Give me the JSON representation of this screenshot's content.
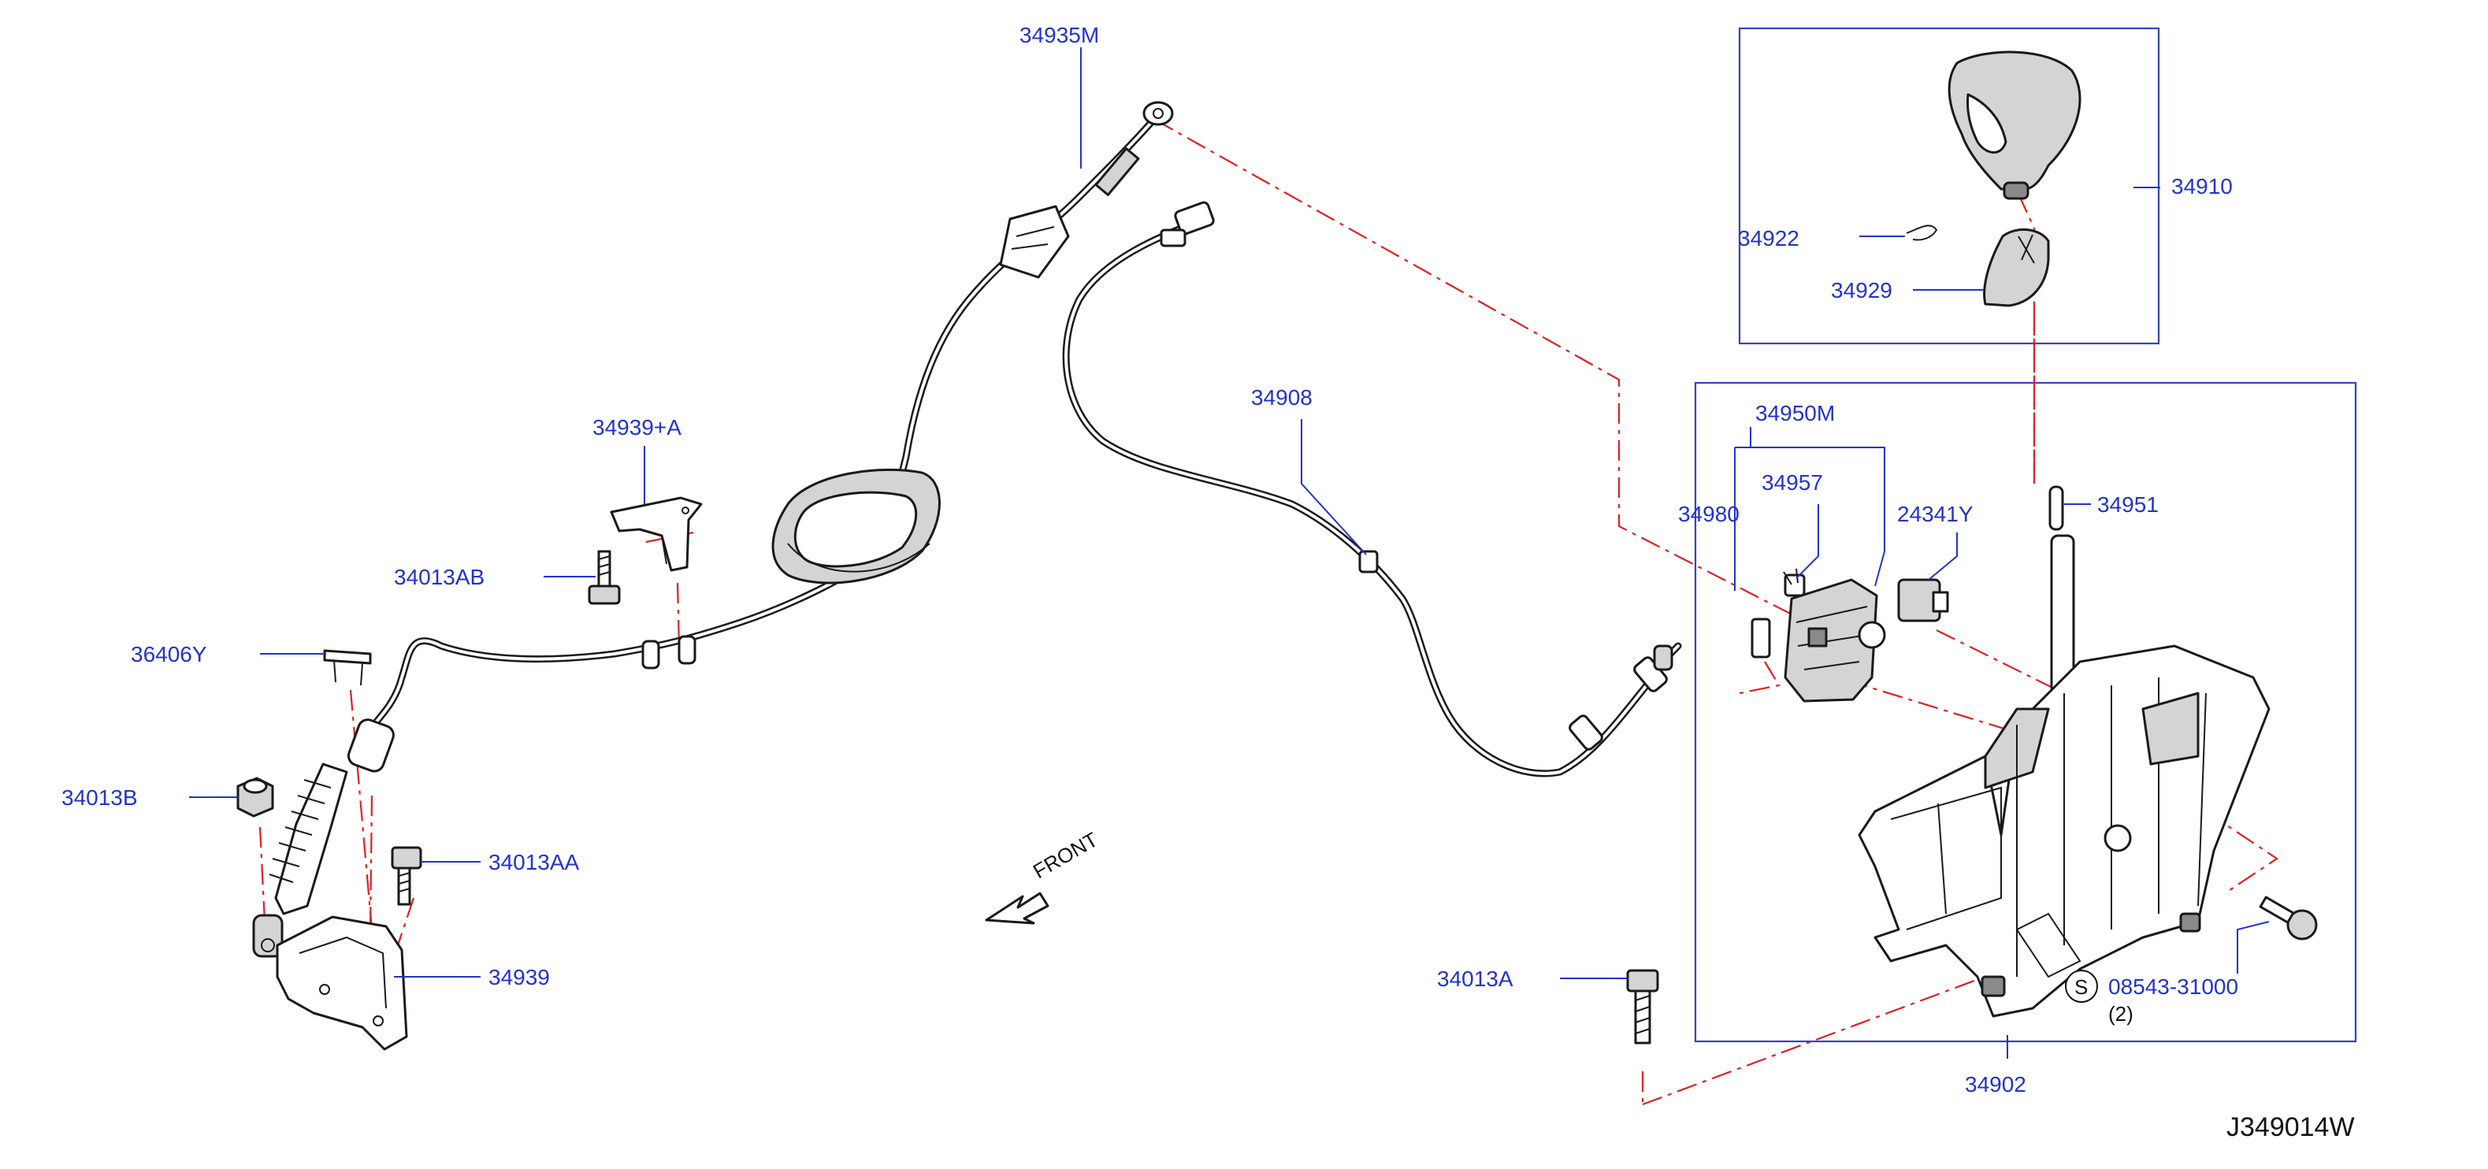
{
  "diagram_id": "J349014W",
  "direction_label": "FRONT",
  "qty_note": "(2)",
  "standard_part_symbol": "S",
  "colors": {
    "label": "#2233cc",
    "leader_line": "#2233cc",
    "dash_line": "#e02020",
    "part_outline": "#1a1a1a"
  },
  "labels": {
    "p34935M": "34935M",
    "p34939A": "34939+A",
    "p34013AB": "34013AB",
    "p36406Y": "36406Y",
    "p34013B": "34013B",
    "p34013AA": "34013AA",
    "p34939": "34939",
    "p34908": "34908",
    "p34910": "34910",
    "p34922": "34922",
    "p34929": "34929",
    "p34950M": "34950M",
    "p34957": "34957",
    "p34980": "34980",
    "p24341Y": "24341Y",
    "p34951": "34951",
    "p34013A": "34013A",
    "p08543": "08543-31000",
    "p34902": "34902"
  }
}
